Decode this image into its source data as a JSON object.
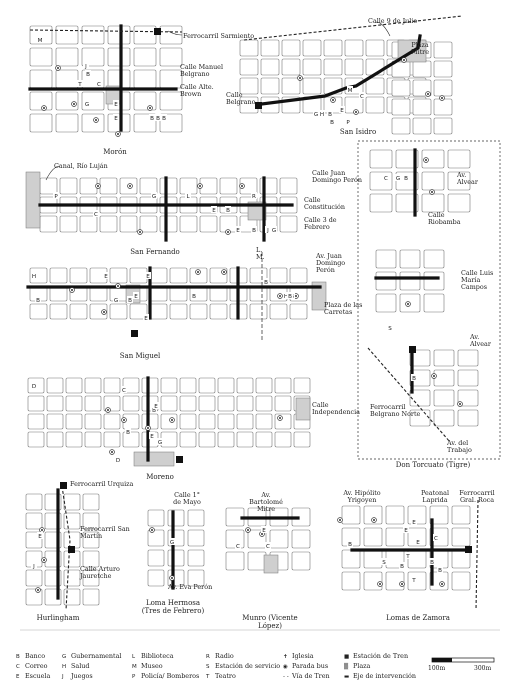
{
  "maps": {
    "moron": {
      "city": "Morón",
      "streets": [
        "Ferrocarril Sarmiento",
        "Calle Manuel Belgrano",
        "Calle Alte. Brown"
      ]
    },
    "san_isidro": {
      "city": "San Isidro",
      "streets": [
        "Calle 9 de Julio",
        "Plaza Mitre",
        "Calle Belgrano"
      ]
    },
    "san_fernando": {
      "city": "San Fernando",
      "streets": [
        "Canal, Río Luján",
        "Calle Juan Domingo Perón",
        "Calle Constitución",
        "Calle 3 de Febrero"
      ]
    },
    "don_torcuato": {
      "city": "Don Torcuato (Tigre)",
      "streets": [
        "Av. Alvear",
        "Calle Riobamba",
        "Calle Luis María Campos",
        "Av. Alvear",
        "Ferrocarril Belgrano Norte",
        "Av. del Trabajo"
      ]
    },
    "san_miguel": {
      "city": "San Miguel",
      "streets": [
        "L. M.",
        "Av. Juan Domingo Perón",
        "Plaza de las Carretas"
      ]
    },
    "moreno": {
      "city": "Moreno",
      "streets": [
        "Calle Independencia"
      ]
    },
    "hurlingham": {
      "city": "Hurlingham",
      "streets": [
        "Ferrocarril Urquiza",
        "Ferrocarril San Martín",
        "Calle Arturo Jauretche"
      ]
    },
    "loma_hermosa": {
      "city": "Loma Hermosa (Tres de Febrero)",
      "streets": [
        "Calle 1° de Mayo",
        "Av. Eva Perón"
      ]
    },
    "munro": {
      "city": "Munro (Vicente López)",
      "streets": [
        "Av. Bartolomé Mitre"
      ]
    },
    "lomas": {
      "city": "Lomas de Zamora",
      "streets": [
        "Av. Hipólito Yrigoyen",
        "Peatonal Laprida",
        "Ferrocarril Gral. Roca"
      ]
    }
  },
  "legend": {
    "col1": [
      {
        "key": "B",
        "label": "Banco"
      },
      {
        "key": "C",
        "label": "Correo"
      },
      {
        "key": "E",
        "label": "Escuela"
      }
    ],
    "col2": [
      {
        "key": "G",
        "label": "Gubernamental"
      },
      {
        "key": "H",
        "label": "Salud"
      },
      {
        "key": "J",
        "label": "Juegos"
      }
    ],
    "col3": [
      {
        "key": "L",
        "label": "Biblioteca"
      },
      {
        "key": "M",
        "label": "Museo"
      },
      {
        "key": "P",
        "label": "Policía/ Bomberos"
      }
    ],
    "col4": [
      {
        "key": "R",
        "label": "Radio"
      },
      {
        "key": "S",
        "label": "Estación de servicio"
      },
      {
        "key": "T",
        "label": "Teatro"
      }
    ],
    "col5": [
      {
        "key": "✝",
        "label": "Iglesia"
      },
      {
        "key": "◉",
        "label": "Parada bus"
      },
      {
        "key": "- -",
        "label": "Vía de Tren"
      }
    ],
    "col6": [
      {
        "key": "■",
        "label": "Estación de Tren"
      },
      {
        "key": "▒",
        "label": "Plaza"
      },
      {
        "key": "▬",
        "label": "Eje de intervención"
      }
    ],
    "scale": [
      "100m",
      "300m"
    ]
  },
  "poi_letters": [
    "M",
    "J",
    "B",
    "T",
    "C",
    "G",
    "E",
    "E",
    "B",
    "B",
    "B",
    "M",
    "C",
    "G",
    "H",
    "B",
    "E",
    "B",
    "P",
    "P",
    "C",
    "G",
    "L",
    "E",
    "B",
    "R",
    "E",
    "B",
    "J",
    "G",
    "C",
    "G",
    "B",
    "B",
    "S",
    "H",
    "B",
    "H",
    "E",
    "E",
    "B",
    "B",
    "E",
    "B",
    "E",
    "G",
    "B",
    "B",
    "D",
    "C",
    "B",
    "B",
    "E",
    "G",
    "D",
    "E",
    "C",
    "C",
    "E",
    "E",
    "J",
    "G",
    "B",
    "B",
    "B",
    "E",
    "C",
    "E",
    "S",
    "B",
    "T",
    "E",
    "T"
  ]
}
